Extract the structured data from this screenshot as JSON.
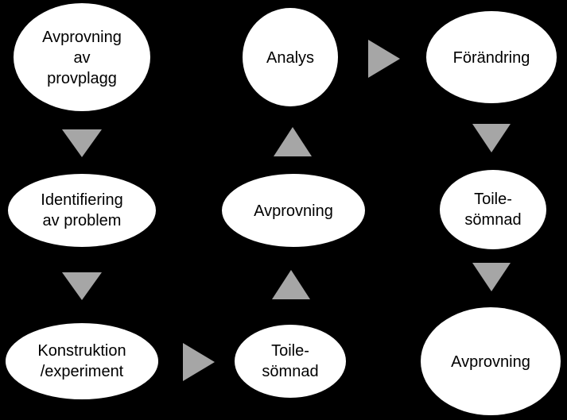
{
  "diagram": {
    "colors": {
      "background": "#000000",
      "node": "#ffffff",
      "arrow": "#a6a6a6",
      "text": "#000000"
    },
    "nodes": {
      "avprovning_provplagg": [
        "Avprovning",
        "av",
        "provplagg"
      ],
      "identifiering": [
        "Identifiering",
        "av problem"
      ],
      "konstruktion": [
        "Konstruktion",
        "/experiment"
      ],
      "toile_1": [
        "Toile-",
        "sömnad"
      ],
      "avprovning_mid": [
        "Avprovning"
      ],
      "analys": [
        "Analys"
      ],
      "forandring": [
        "Förändring"
      ],
      "toile_2": [
        "Toile-",
        "sömnad"
      ],
      "avprovning_final": [
        "Avprovning"
      ]
    }
  }
}
